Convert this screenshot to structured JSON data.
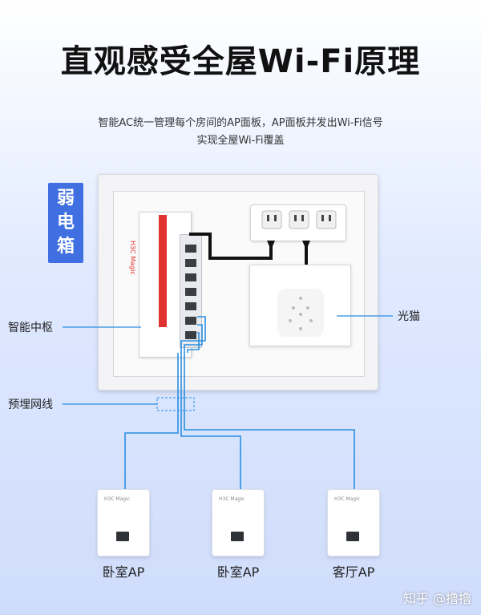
{
  "header": {
    "title": "直观感受全屋Wi-Fi原理",
    "subtitle_line1": "智能AC统一管理每个房间的AP面板，AP面板并发出Wi-Fi信号",
    "subtitle_line2": "实现全屋Wi-Fi覆盖"
  },
  "box": {
    "label_chars": [
      "弱",
      "电",
      "箱"
    ],
    "hub_brand": "H3C Magic"
  },
  "annotations": {
    "hub": "智能中枢",
    "modem": "光猫",
    "cable": "预埋网线"
  },
  "aps": [
    {
      "label": "卧室AP",
      "brand": "H3C Magic"
    },
    {
      "label": "卧室AP",
      "brand": "H3C Magic"
    },
    {
      "label": "客厅AP",
      "brand": "H3C Magic"
    }
  ],
  "watermark": "知乎 @撸撸",
  "colors": {
    "accent_blue": "#3f6fe0",
    "cable_blue": "#2a8ee0",
    "brand_red": "#e0322e"
  }
}
